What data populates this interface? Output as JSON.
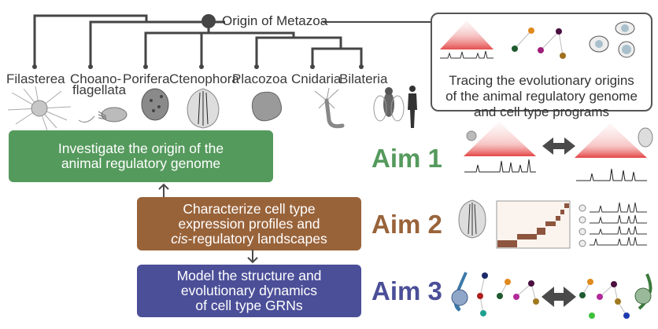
{
  "tree": {
    "root_label": "Origin of Metazoa",
    "taxa": [
      {
        "name": "Filasterea"
      },
      {
        "name": "Choano-",
        "name_line2": "flagellata"
      },
      {
        "name": "Porifera"
      },
      {
        "name": "Ctenophora"
      },
      {
        "name": "Placozoa"
      },
      {
        "name": "Cnidaria"
      },
      {
        "name": "Bilateria"
      }
    ]
  },
  "summary": {
    "lines": [
      "Tracing the evolutionary origins",
      "of the animal regulatory genome",
      "and cell type programs"
    ]
  },
  "aims": [
    {
      "label": "Aim 1",
      "color": "#559a5d",
      "text_lines": [
        "Investigate the origin of the",
        "animal regulatory genome"
      ]
    },
    {
      "label": "Aim 2",
      "color": "#99633a",
      "text_lines": [
        "Characterize cell type",
        "expression profiles and"
      ],
      "italic_prefix": "cis",
      "last_line_rest": "-regulatory landscapes"
    },
    {
      "label": "Aim 3",
      "color": "#4b4f98",
      "text_lines": [
        "Model the structure and",
        "evolutionary dynamics",
        "of cell type GRNs"
      ]
    }
  ],
  "colors": {
    "tree_line": "#454545",
    "hic_red": "#e23b3b",
    "arrow": "#4a4a4a"
  }
}
